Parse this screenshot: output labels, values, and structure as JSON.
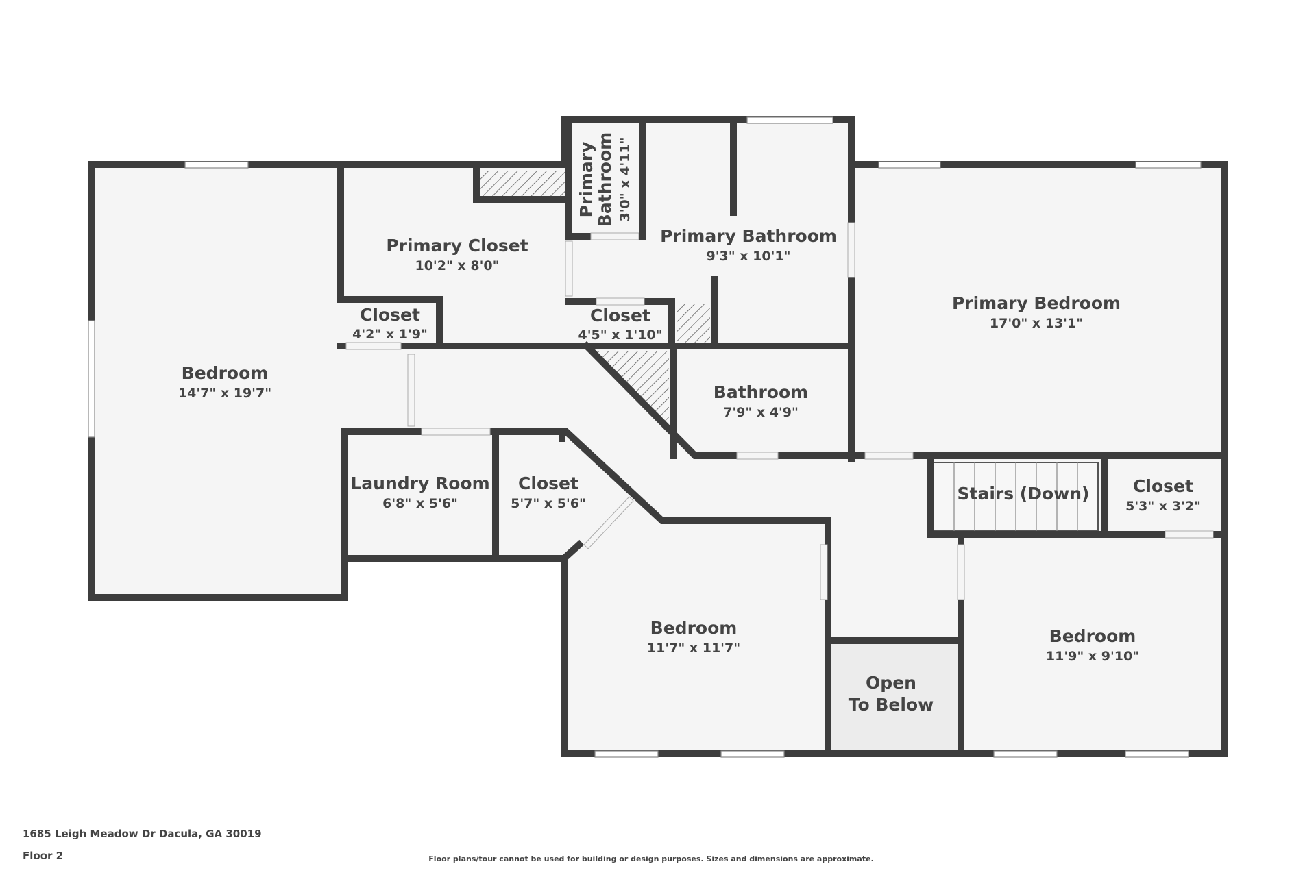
{
  "address": "1685 Leigh Meadow Dr Dacula, GA 30019",
  "floor": "Floor 2",
  "disclaimer": "Floor plans/tour cannot be used for building or design purposes. Sizes and dimensions are approximate.",
  "colors": {
    "wall": "#3d3d3d",
    "floor": "#f5f5f5",
    "open_to_below": "#ececec",
    "text": "#444444"
  },
  "rooms": {
    "bedroom_west": {
      "name": "Bedroom",
      "dims": "14'7\" x 19'7\""
    },
    "primary_closet": {
      "name": "Primary Closet",
      "dims": "10'2\" x 8'0\""
    },
    "closet_small_a": {
      "name": "Closet",
      "dims": "4'2\" x 1'9\""
    },
    "primary_bath_small": {
      "name1": "Primary",
      "name2": "Bathroom",
      "dims": "3'0\" x 4'11\""
    },
    "closet_small_b": {
      "name": "Closet",
      "dims": "4'5\" x 1'10\""
    },
    "primary_bathroom": {
      "name": "Primary Bathroom",
      "dims": "9'3\" x 10'1\""
    },
    "primary_bedroom": {
      "name": "Primary Bedroom",
      "dims": "17'0\" x 13'1\""
    },
    "bathroom": {
      "name": "Bathroom",
      "dims": "7'9\" x 4'9\""
    },
    "laundry_room": {
      "name": "Laundry Room",
      "dims": "6'8\" x 5'6\""
    },
    "closet_mid": {
      "name": "Closet",
      "dims": "5'7\" x 5'6\""
    },
    "stairs": {
      "name": "Stairs (Down)"
    },
    "closet_east": {
      "name": "Closet",
      "dims": "5'3\" x 3'2\""
    },
    "bedroom_south": {
      "name": "Bedroom",
      "dims": "11'7\" x 11'7\""
    },
    "open_to_below": {
      "line1": "Open",
      "line2": "To Below"
    },
    "bedroom_east": {
      "name": "Bedroom",
      "dims": "11'9\" x 9'10\""
    }
  }
}
